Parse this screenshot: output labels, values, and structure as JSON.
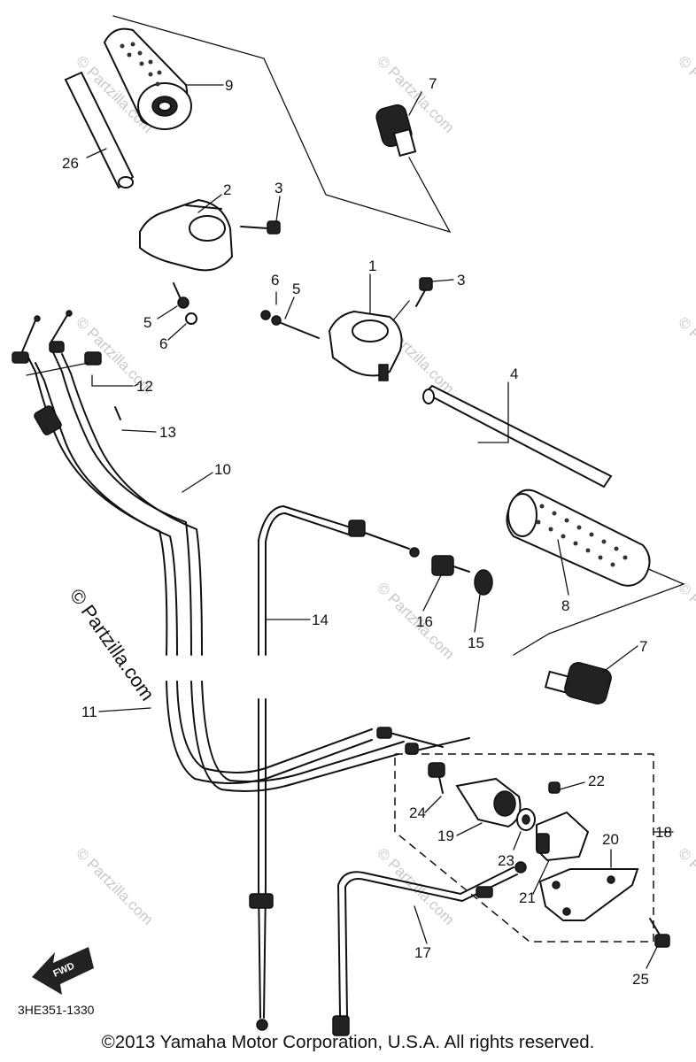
{
  "watermark": {
    "small_text": "© Partzilla.com",
    "large_text": "© Partzilla.com"
  },
  "diagram_code": "3HE351-1330",
  "fwd_label": "FWD",
  "callouts": {
    "c1": "1",
    "c2": "2",
    "c3a": "3",
    "c3b": "3",
    "c4": "4",
    "c5a": "5",
    "c5b": "5",
    "c6a": "6",
    "c6b": "6",
    "c7a": "7",
    "c7b": "7",
    "c8": "8",
    "c9": "9",
    "c10": "10",
    "c11": "11",
    "c12": "12",
    "c13": "13",
    "c14": "14",
    "c15": "15",
    "c16": "16",
    "c17": "17",
    "c18": "18",
    "c19": "19",
    "c20": "20",
    "c21": "21",
    "c22": "22",
    "c23": "23",
    "c24": "24",
    "c25": "25",
    "c26": "26"
  },
  "copyright": "©2013 Yamaha Motor Corporation, U.S.A. All rights reserved."
}
